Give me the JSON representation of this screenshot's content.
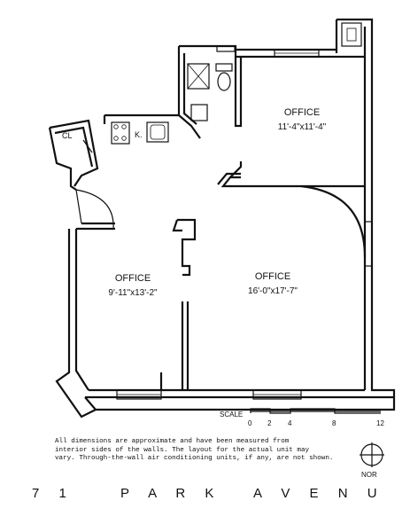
{
  "rooms": [
    {
      "name": "OFFICE",
      "dims": "11'-4\"x11'-4\""
    },
    {
      "name": "OFFICE",
      "dims": "9'-11\"x13'-2\""
    },
    {
      "name": "OFFICE",
      "dims": "16'-0\"x17'-7\""
    }
  ],
  "fixtures": {
    "closet": "CL",
    "kitchen": "K."
  },
  "scale": {
    "label": "SCALE",
    "ticks": [
      "0",
      "2",
      "4",
      "8",
      "12"
    ]
  },
  "note": [
    "All dimensions are approximate and have been measured from",
    "interior sides of the walls. The layout for the actual unit may",
    "vary.  Through-the-wall air conditioning units, if any, are not shown."
  ],
  "address": {
    "number": "7 1",
    "street1": "P A R K",
    "street2": "A V E N U"
  },
  "compass": {
    "label": "NOR"
  }
}
